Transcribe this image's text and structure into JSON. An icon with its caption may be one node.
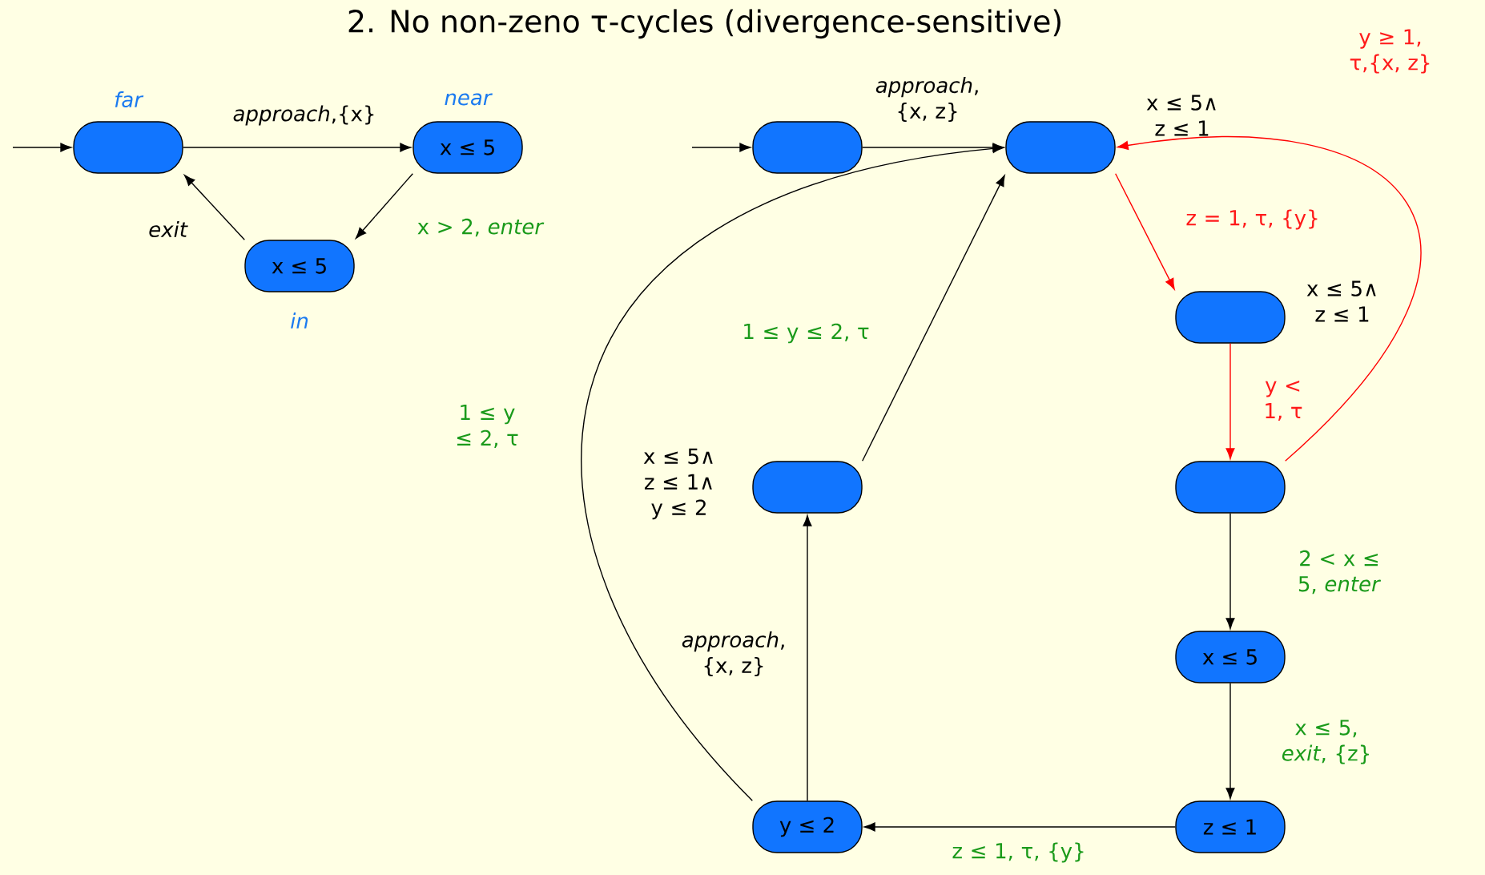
{
  "diagram": {
    "title": "2. No non-zeno τ-cycles (divergence-sensitive)",
    "nodes": [
      {
        "text": [
          "far"
        ]
      },
      {
        "text": [
          "near",
          "x ≤ 5"
        ]
      },
      {
        "text": [
          "x ≤ 5",
          "in"
        ]
      },
      {
        "text": [],
        "shape": "box"
      },
      {
        "text": [],
        "shape": "box",
        "beside": [
          "x ≤ 5∧ z ≤ 1"
        ]
      },
      {
        "text": [],
        "shape": "box",
        "beside": [
          "x ≤ 5∧ z ≤ 1"
        ]
      },
      {
        "text": [],
        "shape": "box"
      },
      {
        "text": [
          "x ≤ 5"
        ]
      },
      {
        "text": [
          "z ≤ 1"
        ]
      },
      {
        "text": [
          "y ≤ 2"
        ]
      },
      {
        "text": [],
        "shape": "box",
        "beside": [
          "x ≤ 5∧ z ≤ 1∧ y ≤ 2"
        ]
      }
    ],
    "edges": [
      {
        "from": null,
        "to": 0,
        "arrow": "to"
      },
      {
        "from": 0,
        "to": 1,
        "arrow": "to",
        "label": "*approach*,{x}"
      },
      {
        "from": 1,
        "to": 2,
        "arrow": "to",
        "label": "x > 2, *enter*"
      },
      {
        "from": 2,
        "to": 0,
        "arrow": "to",
        "label": "*exit*"
      },
      {
        "from": null,
        "to": 3,
        "arrow": "to"
      },
      {
        "from": 3,
        "to": 4,
        "arrow": "to",
        "label": "*approach*, {x, z}"
      },
      {
        "from": 4,
        "to": 5,
        "arrow": "to",
        "label": "z = 1, τ, {y}",
        "color": "#ff0000"
      },
      {
        "from": 5,
        "to": 6,
        "arrow": "to",
        "label": "y < 1, τ",
        "color": "#ff0000"
      },
      {
        "from": 6,
        "to": 4,
        "arrow": "to",
        "label": "y ≥ 1, τ,{x, z}",
        "color": "#ff0000"
      },
      {
        "from": 6,
        "to": 7,
        "arrow": "to",
        "label": "2 < x ≤ 5, *enter*"
      },
      {
        "from": 7,
        "to": 8,
        "arrow": "to",
        "label": "x ≤ 5, *exit*, {z}"
      },
      {
        "from": 8,
        "to": 9,
        "arrow": "to",
        "label": "z ≤ 1, τ, {y}"
      },
      {
        "from": 9,
        "to": 10,
        "arrow": "to",
        "label": "*approach*, {x, z}"
      },
      {
        "from": 10,
        "to": 4,
        "arrow": "to",
        "label": "1 ≤ y ≤ 2, τ"
      },
      {
        "from": 9,
        "to": 4,
        "arrow": "to",
        "label": "1 ≤ y ≤ 2, τ"
      }
    ]
  }
}
